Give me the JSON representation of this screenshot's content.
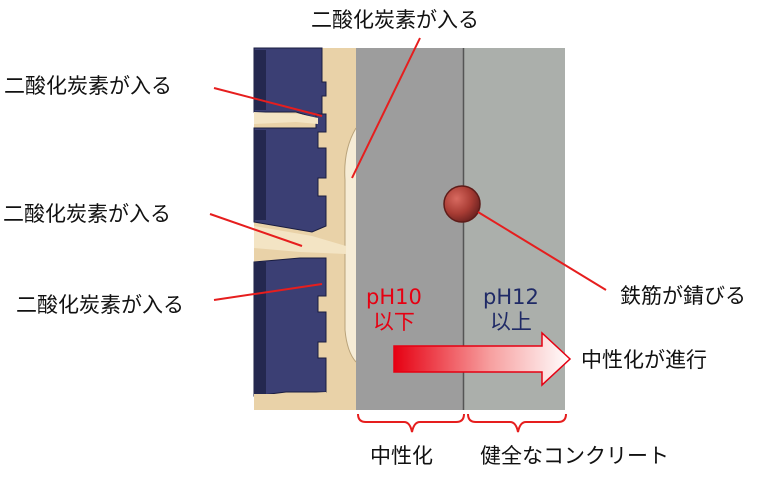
{
  "labels": {
    "co2_top": "二酸化炭素が入る",
    "co2_left_1": "二酸化炭素が入る",
    "co2_left_2": "二酸化炭素が入る",
    "co2_left_3": "二酸化炭素が入る",
    "rebar_rust": "鉄筋が錆びる",
    "progress": "中性化が進行",
    "zone_neutralized": "中性化",
    "zone_healthy": "健全なコンクリート"
  },
  "ph_zones": {
    "low": {
      "value": "pH10",
      "qualifier": "以下"
    },
    "high": {
      "value": "pH12",
      "qualifier": "以上"
    }
  },
  "colors": {
    "tile": "#3b3f74",
    "tile_dark": "#24284f",
    "mortar": "#e9d2a8",
    "neutralized_concrete": "#9c9c9c",
    "healthy_concrete": "#aaaeaa",
    "rebar": "#a83c34",
    "leader_line": "#e61e1e",
    "arrow_end": "#e60012",
    "ph_low_text": "#e60012",
    "ph_high_text": "#1f2a66",
    "bracket": "#e61e1e"
  },
  "icons": {
    "arrow": "right-gradient-arrow-icon",
    "rebar": "rebar-cross-section-icon"
  }
}
